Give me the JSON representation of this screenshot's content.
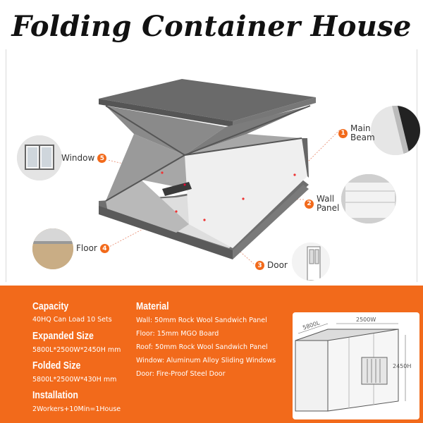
{
  "title": "Folding Container House",
  "callouts": {
    "main_beam": {
      "num": "1",
      "line1": "Main",
      "line2": "Beam"
    },
    "wall_panel": {
      "num": "2",
      "line1": "Wall",
      "line2": "Panel"
    },
    "door": {
      "num": "3",
      "label": "Door"
    },
    "floor": {
      "num": "4",
      "label": "Floor"
    },
    "window": {
      "num": "5",
      "label": "Window"
    }
  },
  "specs": {
    "capacity": {
      "title": "Capacity",
      "text": "40HQ Can Load 10 Sets"
    },
    "expanded": {
      "title": "Expanded Size",
      "text": "5800L*2500W*2450H mm"
    },
    "folded": {
      "title": "Folded Size",
      "text": "5800L*2500W*430H mm"
    },
    "installation": {
      "title": "Installation",
      "text": "2Workers+10Min=1House"
    }
  },
  "material": {
    "title": "Material",
    "lines": [
      "Wall: 50mm Rock Wool Sandwich Panel",
      "Floor: 15mm MGO Board",
      "Roof: 50mm Rock Wool Sandwich Panel",
      "Window: Aluminum Alloy Sliding Windows",
      "Door: Fire-Proof Steel Door"
    ]
  },
  "dimensions": {
    "length": "5800L",
    "width": "2500W",
    "height": "2450H"
  },
  "colors": {
    "accent": "#f26a1b",
    "frame": "#6b6b6b",
    "panel": "#ececec"
  },
  "icons": [
    "main-beam-thumbnail",
    "wall-panel-thumbnail",
    "door-thumbnail",
    "floor-thumbnail",
    "window-thumbnail"
  ]
}
